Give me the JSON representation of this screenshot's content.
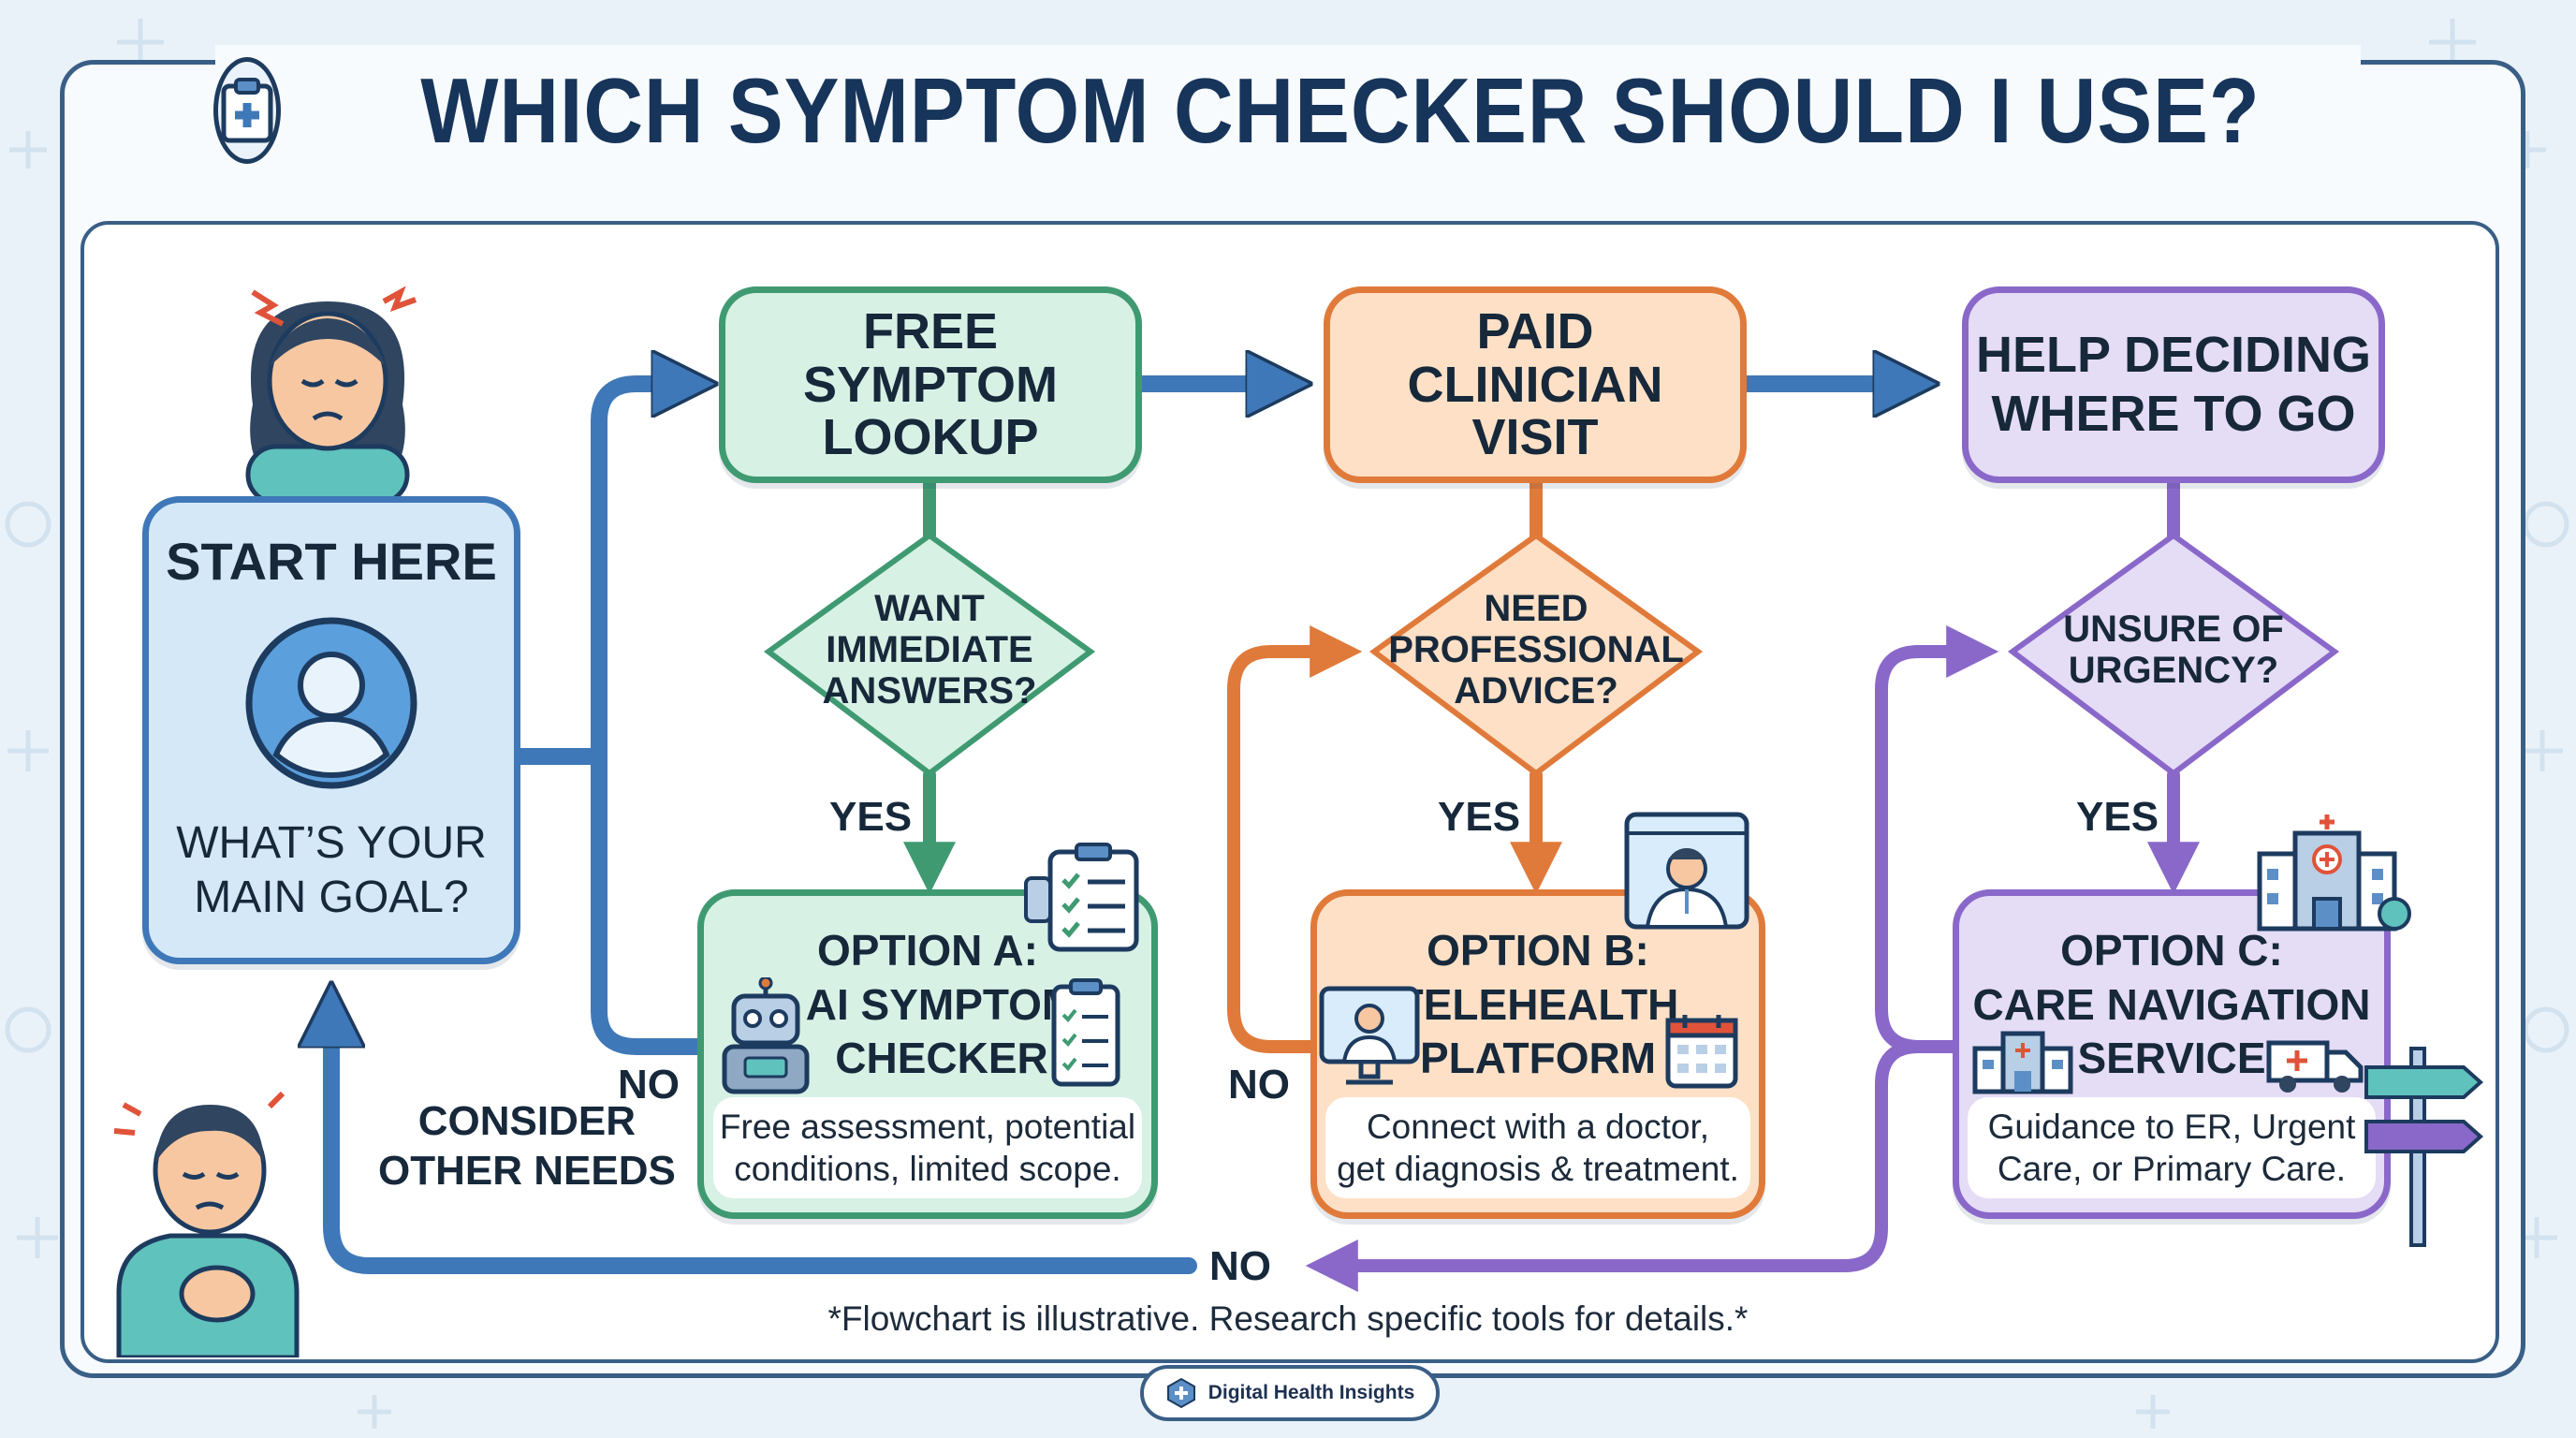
{
  "title": "WHICH SYMPTOM CHECKER SHOULD I USE?",
  "start": {
    "heading": "START HERE",
    "question_line1": "WHAT’S YOUR",
    "question_line2": "MAIN GOAL?"
  },
  "paths": [
    {
      "box_lines": [
        "FREE",
        "SYMPTOM",
        "LOOKUP"
      ],
      "decision_lines": [
        "WANT",
        "IMMEDIATE",
        "ANSWERS?"
      ],
      "yes_label": "YES",
      "no_label": "NO",
      "option_lines": [
        "OPTION A:",
        "AI SYMPTOM",
        "CHECKER"
      ],
      "description_lines": [
        "Free assessment, potential",
        "conditions, limited scope."
      ],
      "color": "#3f9a72"
    },
    {
      "box_lines": [
        "PAID",
        "CLINICIAN",
        "VISIT"
      ],
      "decision_lines": [
        "NEED",
        "PROFESSIONAL",
        "ADVICE?"
      ],
      "yes_label": "YES",
      "no_label": "NO",
      "option_lines": [
        "OPTION B:",
        "TELEHEALTH",
        "PLATFORM"
      ],
      "description_lines": [
        "Connect with a doctor,",
        "get diagnosis & treatment."
      ],
      "color": "#e07a3a"
    },
    {
      "box_lines": [
        "HELP DECIDING",
        "WHERE TO GO"
      ],
      "decision_lines": [
        "UNSURE OF",
        "URGENCY?"
      ],
      "yes_label": "YES",
      "no_label": "NO",
      "option_lines": [
        "OPTION C:",
        "CARE NAVIGATION",
        "SERVICE"
      ],
      "description_lines": [
        "Guidance to ER, Urgent",
        "Care, or Primary Care."
      ],
      "color": "#8a68c9"
    }
  ],
  "consider": [
    "CONSIDER",
    "OTHER NEEDS"
  ],
  "footnote": "*Flowchart is illustrative. Research specific tools for details.*",
  "brand": "Digital Health Insights",
  "colors": {
    "navy": "#17345a",
    "blue_arrow": "#3f78b8",
    "green": "#3f9a72",
    "orange": "#e07a3a",
    "purple": "#8a68c9"
  },
  "icons": [
    "clipboard-cross-icon",
    "stressed-woman-icon",
    "user-avatar-icon",
    "sick-man-icon",
    "robot-icon",
    "checklist-icon",
    "doctor-screen-icon",
    "calendar-icon",
    "hospital-icon",
    "ambulance-icon",
    "signpost-icon",
    "brand-logo-icon"
  ]
}
